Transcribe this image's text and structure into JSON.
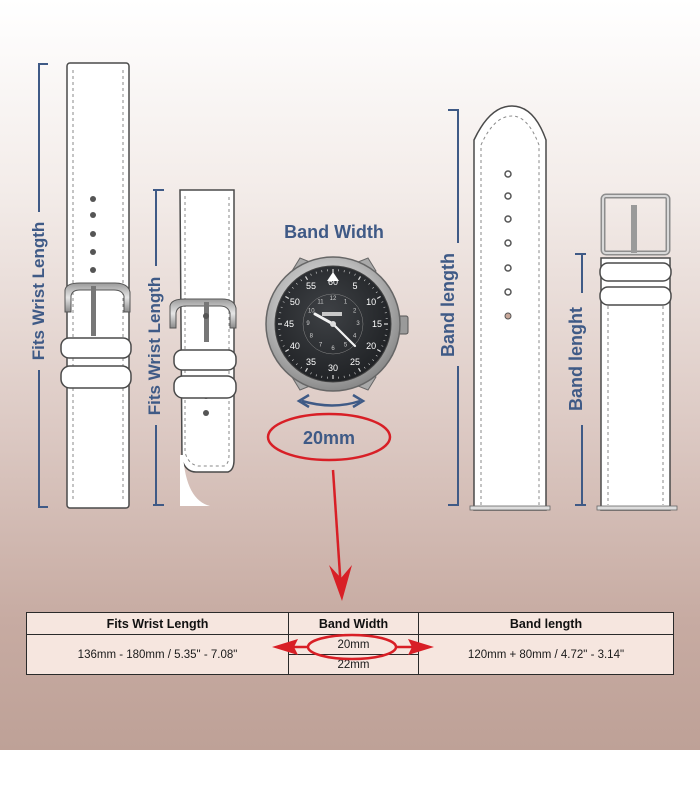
{
  "labels": {
    "fits_wrist_length_1": "Fits Wrist Length",
    "fits_wrist_length_2": "Fits Wrist Length",
    "band_width_title": "Band Width",
    "band_width_value": "20mm",
    "band_length_1": "Band length",
    "band_length_2": "Band lenght"
  },
  "watch_dial": {
    "outer_numbers": [
      "60",
      "5",
      "10",
      "15",
      "20",
      "25",
      "30",
      "35",
      "40",
      "45",
      "50",
      "55"
    ],
    "inner_numbers": [
      "12",
      "1",
      "2",
      "3",
      "4",
      "5",
      "6",
      "7",
      "8",
      "9",
      "10",
      "11"
    ]
  },
  "table": {
    "headers": {
      "wrist": "Fits Wrist Length",
      "width": "Band Width",
      "length": "Band length"
    },
    "row": {
      "wrist": "136mm - 180mm / 5.35\" - 7.08\"",
      "width_1": "20mm",
      "width_2": "22mm",
      "length": "120mm + 80mm / 4.72\" - 3.14\""
    }
  },
  "colors": {
    "label_blue": "#3f5a86",
    "highlight_red": "#d81f26"
  }
}
